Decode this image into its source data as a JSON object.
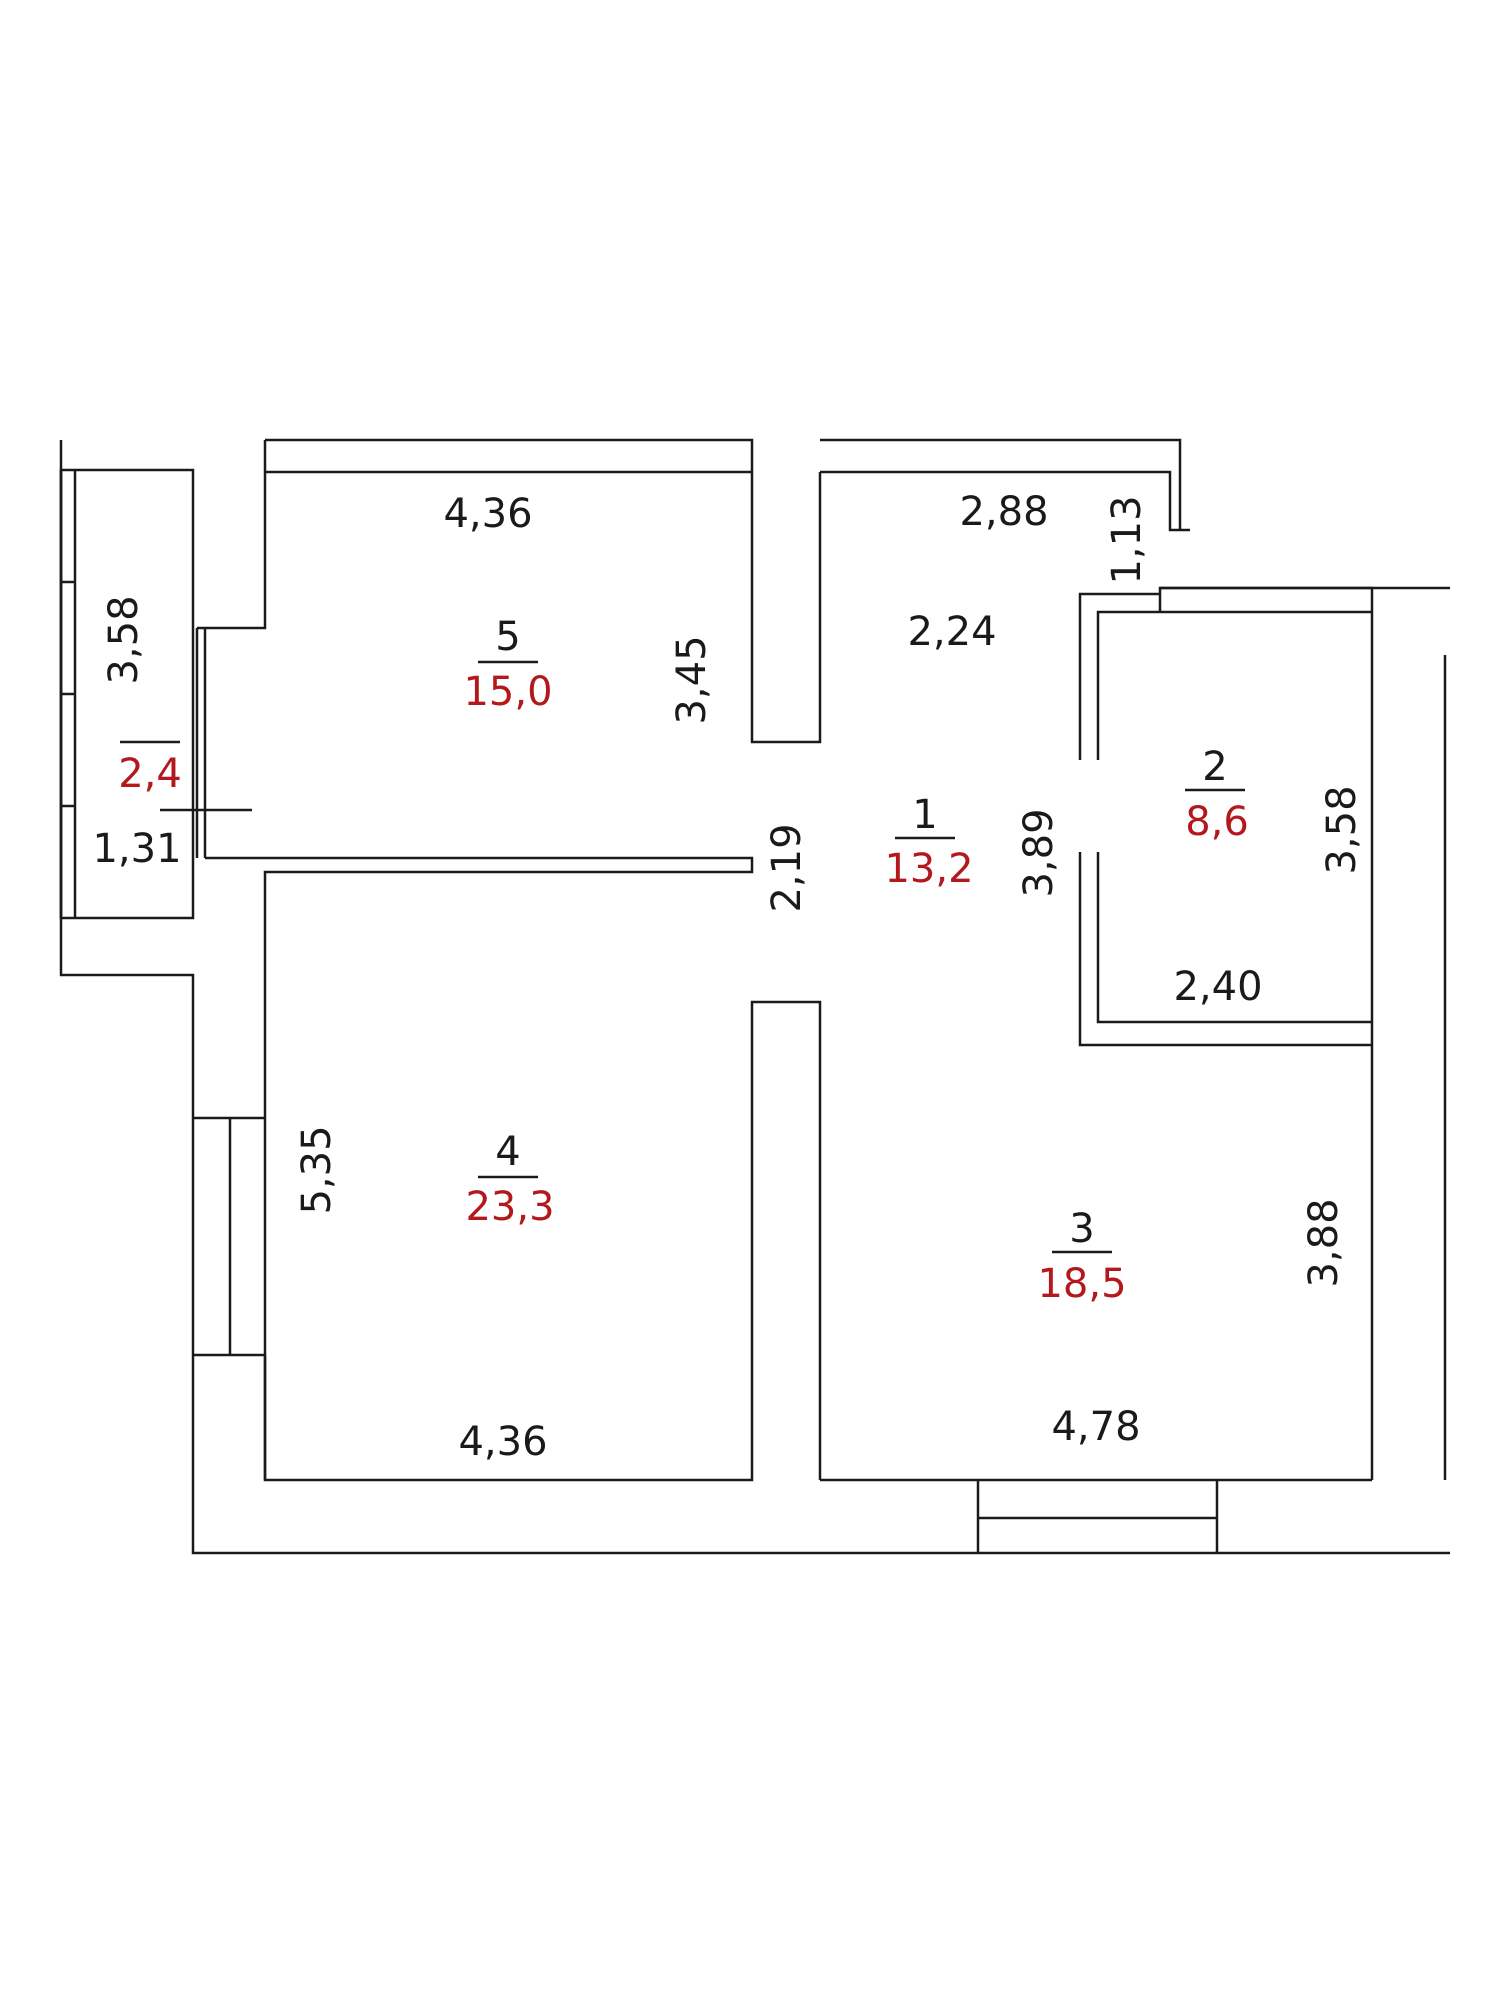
{
  "colors": {
    "ink": "#1a1a1a",
    "area": "#b3191c",
    "background": "#ffffff"
  },
  "rooms": [
    {
      "number": "1",
      "area": "13,2"
    },
    {
      "number": "2",
      "area": "8,6"
    },
    {
      "number": "3",
      "area": "18,5"
    },
    {
      "number": "4",
      "area": "23,3"
    },
    {
      "number": "5",
      "area": "15,0"
    },
    {
      "number": "",
      "area": "2,4"
    }
  ],
  "dims": {
    "r5_top": "4,36",
    "r5_side": "3,45",
    "r1_top": "2,88",
    "r1_small": "1,13",
    "r1_mid": "2,24",
    "r1_door": "2,19",
    "r1_right": "3,89",
    "r2_side": "3,58",
    "r2_bottom": "2,40",
    "balcony_height": "3,58",
    "balcony_lower": "1,31",
    "r4_side": "5,35",
    "r4_bottom": "4,36",
    "r3_side": "3,88",
    "r3_bottom": "4,78"
  }
}
